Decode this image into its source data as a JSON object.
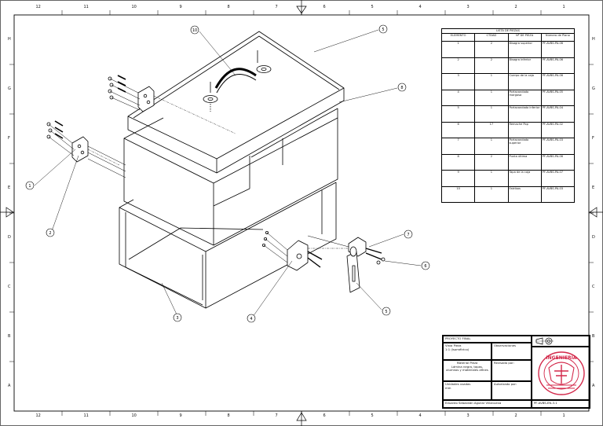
{
  "border": {
    "columns_top": [
      "12",
      "11",
      "10",
      "9",
      "8",
      "7",
      "6",
      "5",
      "4",
      "3",
      "2",
      "1"
    ],
    "columns_bottom": [
      "12",
      "11",
      "10",
      "9",
      "8",
      "7",
      "6",
      "5",
      "4",
      "3",
      "2",
      "1"
    ],
    "rows_left": [
      "A",
      "B",
      "C",
      "D",
      "E",
      "F",
      "G",
      "H"
    ],
    "rows_right": [
      "A",
      "B",
      "C",
      "D",
      "E",
      "F",
      "G",
      "H"
    ]
  },
  "balloons": [
    "10",
    "5",
    "8",
    "1",
    "2",
    "3",
    "4",
    "5",
    "6",
    "7"
  ],
  "bom": {
    "title": "LISTA DE PIEZAS",
    "headers": [
      "ELEMENTO",
      "CTDAD",
      "Nº DE PIEZA",
      "Número de Plano"
    ],
    "rows": [
      [
        "1",
        "2",
        "Bisagra superior",
        "PF-AVBS-PA-06"
      ],
      [
        "2",
        "2",
        "Bisagra inferior",
        "PF-AVBS-PA-06"
      ],
      [
        "3",
        "1",
        "Cuerpo de la caja",
        "PF-AVBS-PA-06"
      ],
      [
        "4",
        "1",
        "Portacandado margosa",
        "PF-AVBS-PA-05"
      ],
      [
        "5",
        "1",
        "Portacandado inferior",
        "PF-AVBS-PA-04"
      ],
      [
        "6",
        "17",
        "Remache Pop",
        "PF-AVBS-PA-02"
      ],
      [
        "7",
        "1",
        "Portacandado superior",
        "PF-AVBS-PA-03"
      ],
      [
        "8",
        "2",
        "Punta última",
        "PF-AVBS-PA-06"
      ],
      [
        "9",
        "1",
        "Tapa de la caja",
        "PF-AVBS-PA-07"
      ],
      [
        "10",
        "1",
        "Estribos",
        "PF-AVBS-PA-03"
      ]
    ]
  },
  "title_block": {
    "project": "PROYECTO FINAL",
    "view": "Vista Pieza\n1:1 (Isométrico)",
    "observations": "Observaciones",
    "material": "Material Pieza\nLámina negra, tapas, alumnos y materiales afines",
    "units": "Unidades usadas\nmm",
    "reviewed": "Revisado por:",
    "authorized": "Autorizado por:",
    "author": "Eduardo Sebastián Aguilar Villanueva",
    "plan_number": "PF-AVBS-EN-3.1",
    "logo_text": "INGENIERIA",
    "projection_symbol": "third-angle-projection-icon"
  },
  "colors": {
    "logo": "#d3284a",
    "line": "#000000"
  }
}
